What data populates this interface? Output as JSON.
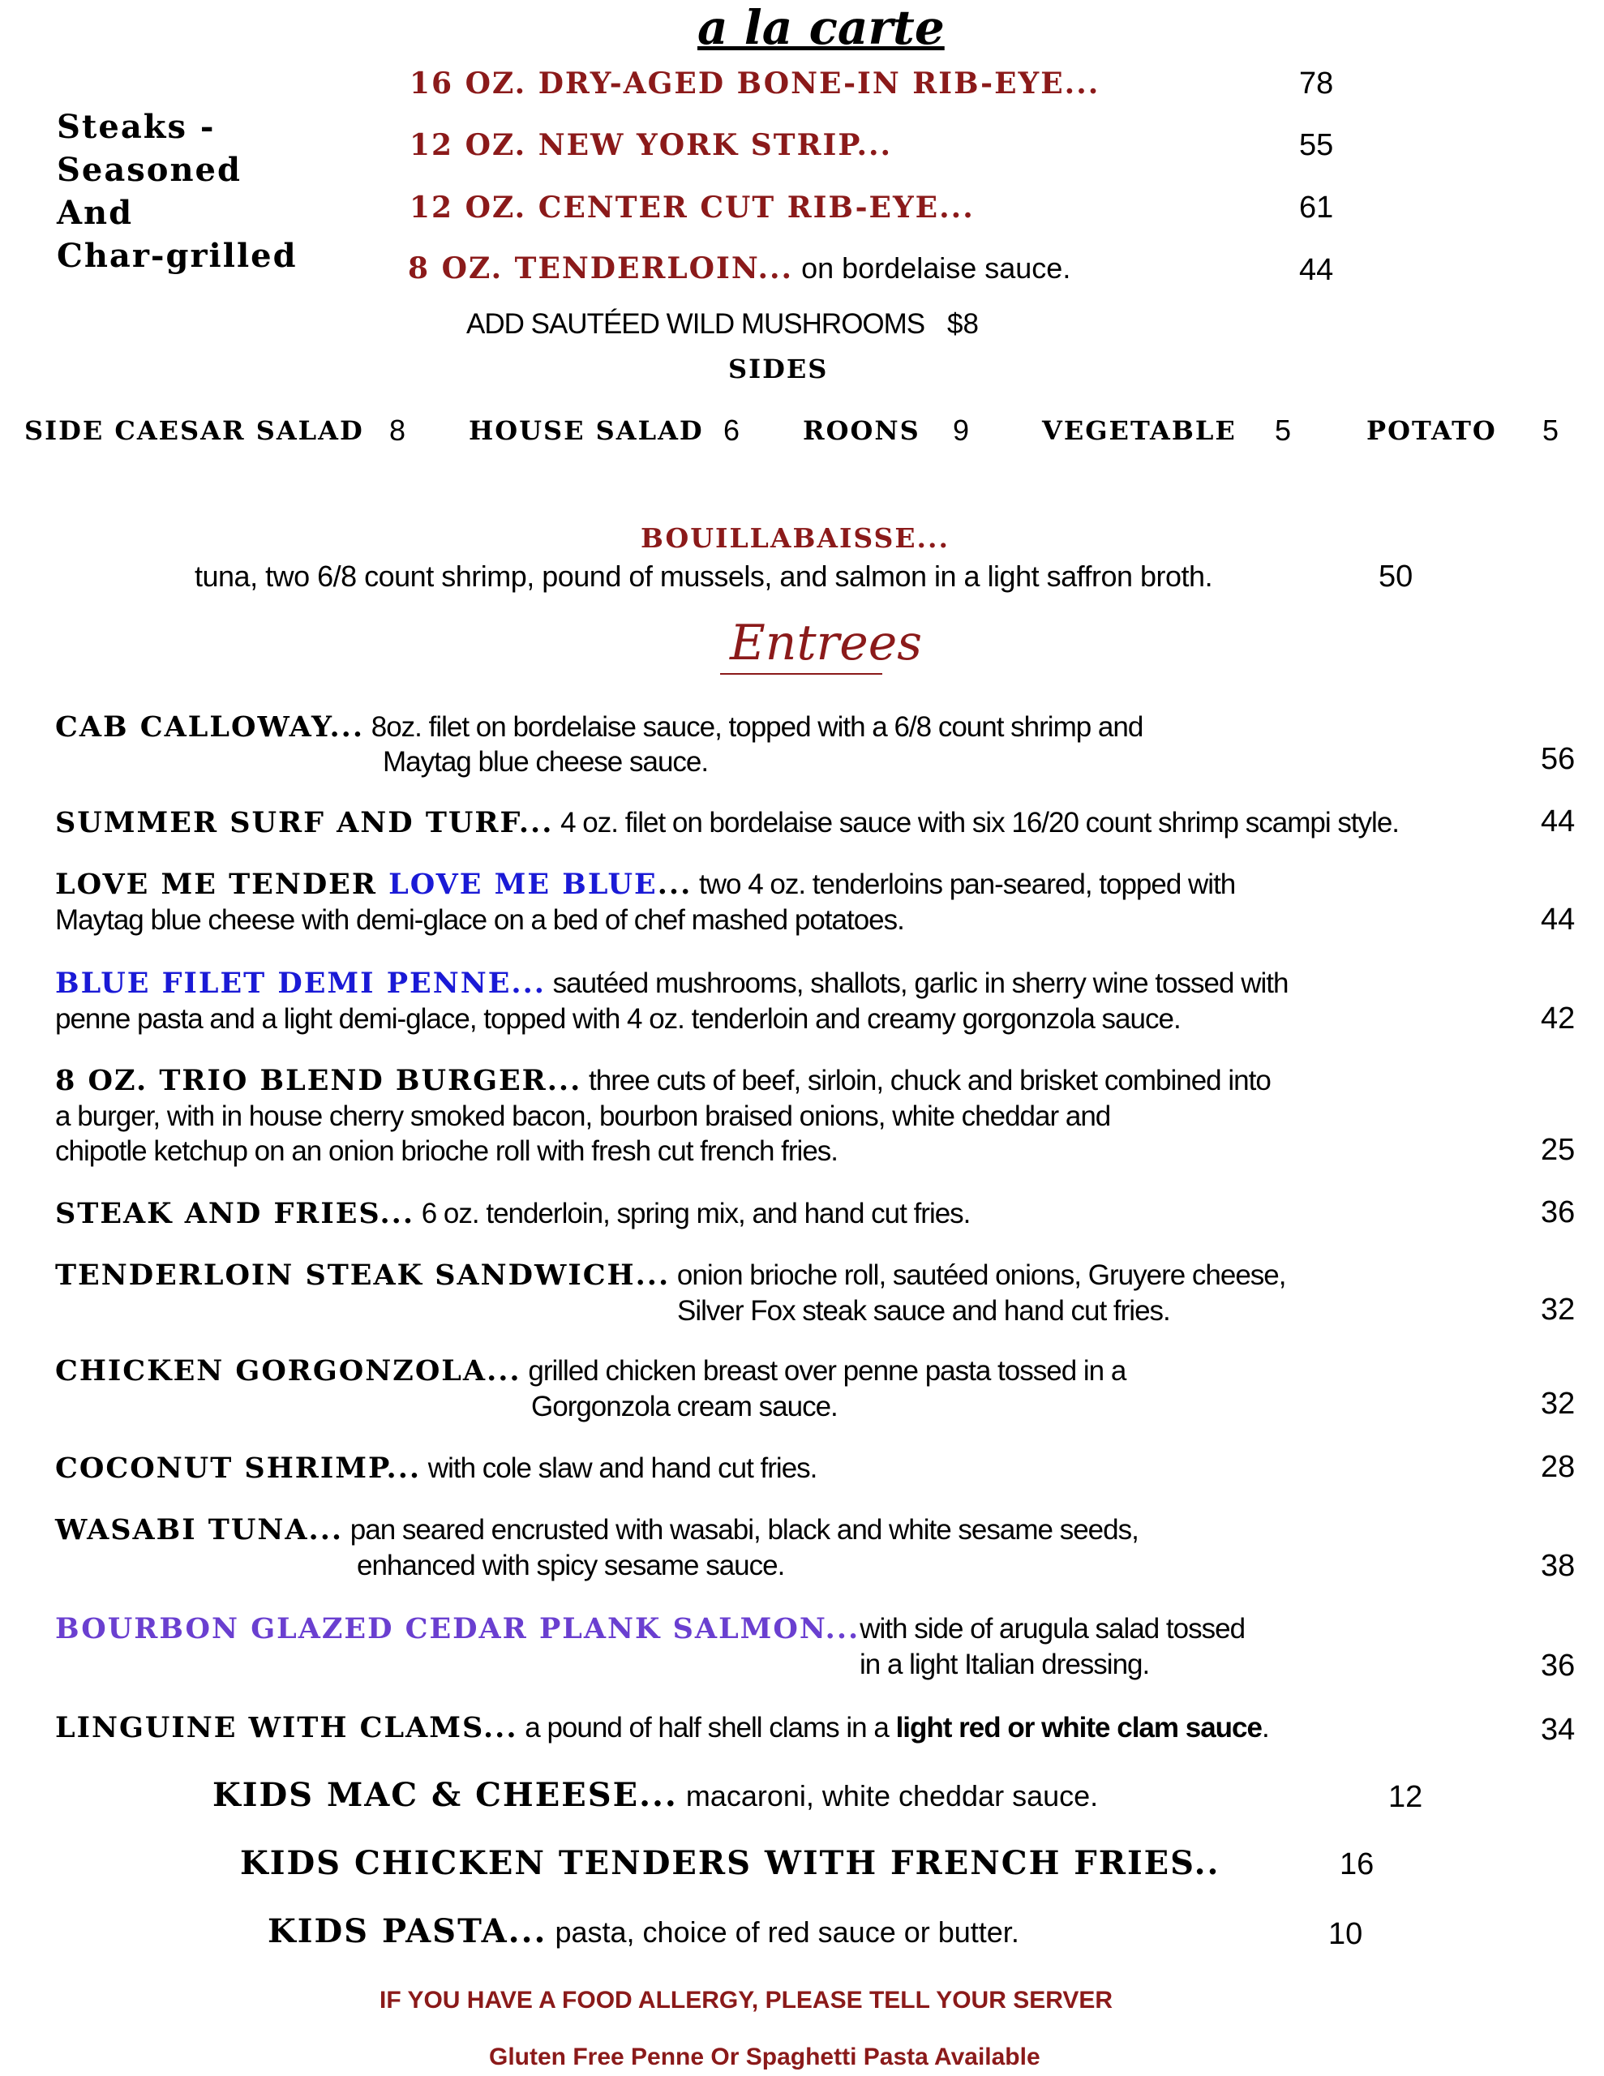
{
  "header": {
    "title": "a la carte"
  },
  "steaks": {
    "label_lines": [
      "Steaks -",
      "Seasoned",
      "And",
      "Char-grilled"
    ],
    "items": [
      {
        "name": "16 OZ. DRY-AGED BONE-IN RIB-EYE...",
        "desc": "",
        "price": "78"
      },
      {
        "name": "12 OZ. NEW YORK STRIP...",
        "desc": "",
        "price": "55"
      },
      {
        "name": "12 OZ. CENTER CUT RIB-EYE...",
        "desc": "",
        "price": "61"
      },
      {
        "name": "8 OZ. TENDERLOIN...",
        "desc": " on bordelaise sauce.",
        "price": "44"
      }
    ],
    "addon": "ADD SAUTÉED WILD MUSHROOMS",
    "addon_price": "$8"
  },
  "sides": {
    "title": "SIDES",
    "items": [
      {
        "name": "SIDE CAESAR SALAD",
        "price": "8"
      },
      {
        "name": "HOUSE SALAD",
        "price": "6"
      },
      {
        "name": "ROONS",
        "price": "9"
      },
      {
        "name": "VEGETABLE",
        "price": "5"
      },
      {
        "name": "POTATO",
        "price": "5"
      }
    ]
  },
  "bouillabaisse": {
    "name": "BOUILLABAISSE...",
    "desc": "tuna, two 6/8 count shrimp, pound of mussels, and salmon in a light saffron broth.",
    "price": "50"
  },
  "entrees_title": "Entrees",
  "entrees": [
    {
      "name": "CAB CALLOWAY...",
      "desc1": " 8oz. filet on bordelaise sauce, topped with a 6/8 count shrimp and",
      "desc2": "Maytag blue cheese sauce.",
      "price": "56"
    },
    {
      "name": "SUMMER  SURF AND TURF...",
      "desc1": " 4 oz. filet on bordelaise sauce with six 16/20 count shrimp scampi style.",
      "price": "44"
    },
    {
      "name": "LOVE ME TENDER ",
      "name_blue": "LOVE ME BLUE",
      "name_tail": "...",
      "desc1": " two 4 oz. tenderloins pan-seared, topped with",
      "desc2": "Maytag blue cheese with demi-glace on a bed of chef mashed potatoes.",
      "price": "44"
    },
    {
      "name": "BLUE FILET DEMI PENNE...",
      "desc1": " sautéed mushrooms, shallots, garlic in sherry wine tossed with",
      "desc2": "penne pasta and a light demi-glace, topped with 4 oz. tenderloin and creamy gorgonzola sauce.",
      "price": "42"
    },
    {
      "name": "8 OZ. TRIO BLEND BURGER...",
      "desc1": " three cuts of beef, sirloin, chuck and brisket combined into",
      "desc2": "a burger, with in house cherry smoked bacon, bourbon braised onions, white cheddar and",
      "desc3": "chipotle ketchup on an onion brioche roll with fresh cut french fries.",
      "price": "25"
    },
    {
      "name": "STEAK AND FRIES...",
      "desc1": " 6 oz. tenderloin, spring mix, and hand cut fries.",
      "price": "36"
    },
    {
      "name": "TENDERLOIN STEAK SANDWICH...",
      "desc1": " onion brioche roll, sautéed onions, Gruyere cheese,",
      "desc2": "Silver Fox steak sauce and hand cut fries.",
      "price": "32"
    },
    {
      "name": "CHICKEN GORGONZOLA...",
      "desc1": " grilled chicken breast over penne pasta tossed in a",
      "desc2": "Gorgonzola cream sauce.",
      "price": "32"
    },
    {
      "name": "COCONUT SHRIMP...",
      "desc1": " with cole slaw and hand cut fries.",
      "price": "28"
    },
    {
      "name": "WASABI  TUNA...",
      "desc1": " pan seared encrusted with wasabi, black and white sesame seeds,",
      "desc2": "enhanced with spicy sesame sauce.",
      "price": "38"
    },
    {
      "name": "BOURBON GLAZED CEDAR PLANK SALMON...",
      "desc1": "with side of arugula salad tossed",
      "desc2": "in a light Italian dressing.",
      "price": "36"
    },
    {
      "name": "LINGUINE WITH CLAMS...",
      "desc1": " a pound of half shell clams in a ",
      "desc_bold": "light red or white clam sauce",
      "desc_tail": ".",
      "price": "34"
    }
  ],
  "kids": [
    {
      "name": "KIDS MAC & CHEESE...",
      "desc": " macaroni, white cheddar sauce.",
      "price": "12"
    },
    {
      "name": "KIDS CHICKEN TENDERS WITH FRENCH FRIES..",
      "desc": "",
      "price": "16"
    },
    {
      "name": "KIDS PASTA...",
      "desc": " pasta, choice of red sauce or butter.",
      "price": "10"
    }
  ],
  "footer": {
    "allergy": "IF YOU HAVE A  FOOD ALLERGY, PLEASE TELL YOUR SERVER",
    "gluten": "Gluten Free Penne Or Spaghetti Pasta Available"
  },
  "colors": {
    "red": "#8b1a1a",
    "blue": "#1a1ad6",
    "purple": "#6a3fd0"
  }
}
